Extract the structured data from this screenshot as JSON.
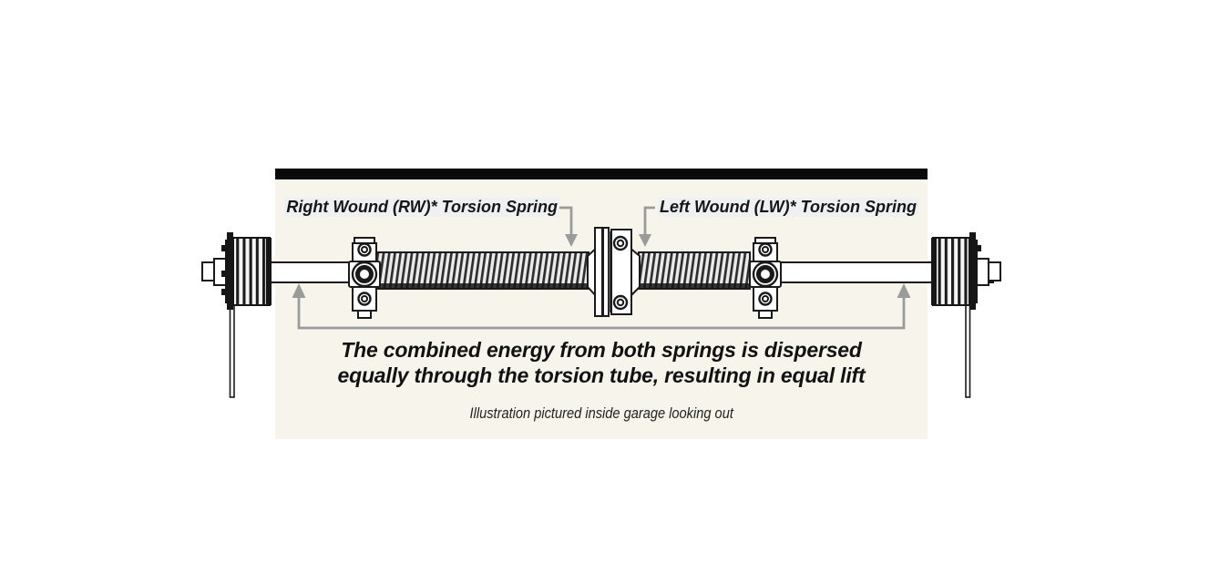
{
  "illustration": {
    "title_context": "garage door dual torsion spring assembly diagram",
    "labels": {
      "right_wound_spring": "Right Wound (RW)* Torsion Spring",
      "left_wound_spring": "Left Wound (LW)* Torsion Spring"
    },
    "caption": {
      "line1": "The combined energy from both springs is dispersed",
      "line2": "equally through the torsion tube, resulting in equal lift"
    },
    "footnote": "Illustration pictured inside garage looking out",
    "colors": {
      "page_bg": "#ffffff",
      "header_bar": "#0a0a0a",
      "panel_bg": "#f7f4ec",
      "arrow_gray": "#9b9b9b",
      "line_black": "#1a1a1a",
      "spring_stripe_dark": "#2d2d2d",
      "spring_stripe_light": "#ebeaea"
    },
    "parts": [
      "cable-drum-left",
      "lift-cable-left",
      "shaft-end-left",
      "bearing-plate-left",
      "right-wound-torsion-spring",
      "center-mounting-bracket",
      "left-wound-torsion-spring",
      "bearing-plate-right",
      "cable-drum-right",
      "lift-cable-right",
      "shaft-end-right",
      "torsion-tube"
    ]
  }
}
